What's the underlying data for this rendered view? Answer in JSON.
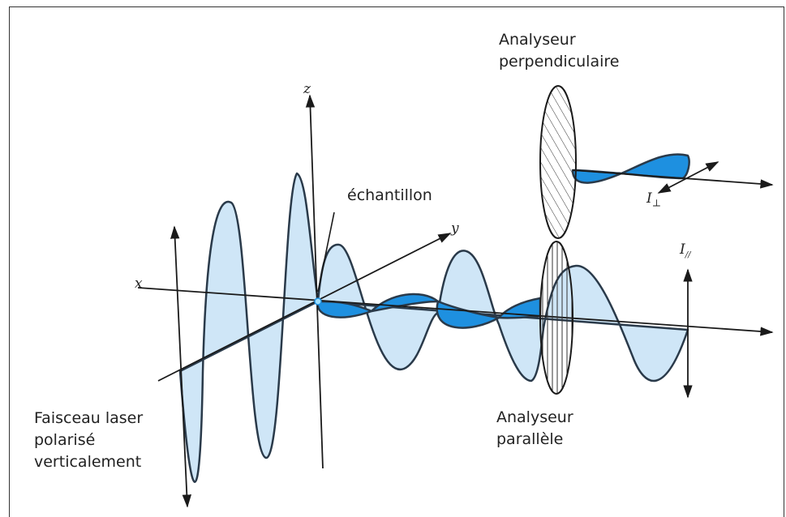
{
  "labels": {
    "analyseur_perp_line1": "Analyseur",
    "analyseur_perp_line2": "perpendiculaire",
    "echantillon": "échantillon",
    "analyseur_par_line1": "Analyseur",
    "analyseur_par_line2": "parallèle",
    "faisceau_line1": "Faisceau laser",
    "faisceau_line2": "polarisé",
    "faisceau_line3": "verticalement"
  },
  "axes": {
    "x": "x",
    "y": "y",
    "z": "z"
  },
  "intensities": {
    "perp": "I",
    "perp_sub": "⊥",
    "par": "I",
    "par_sub": "//"
  },
  "colors": {
    "light_wave": "#cfe6f7",
    "dark_wave": "#1e90e0",
    "outline": "#2a3a4a",
    "line": "#1a1a1a"
  }
}
